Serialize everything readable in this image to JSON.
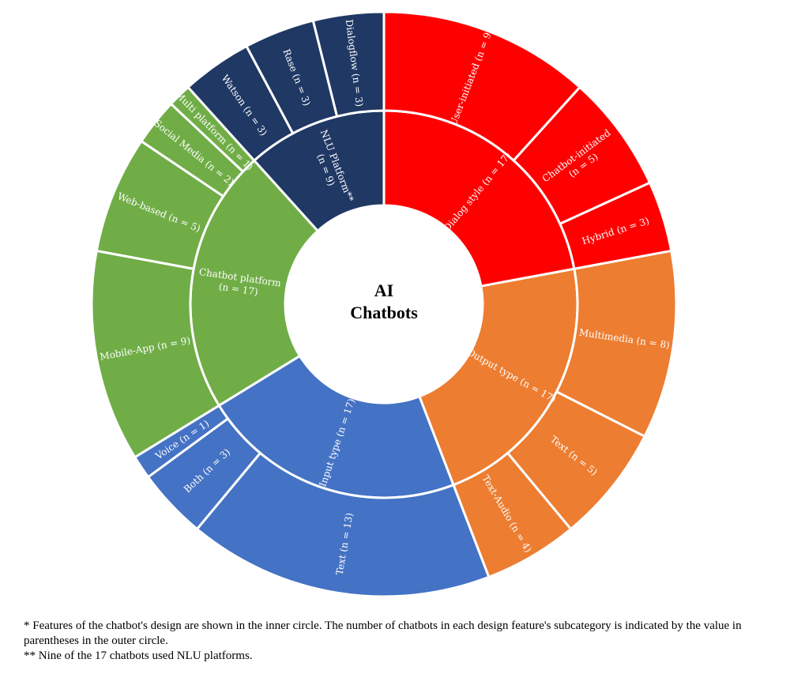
{
  "chart_data": {
    "type": "sunburst",
    "center": [
      "AI",
      "Chatbots"
    ],
    "inner": [
      {
        "label": [
          "Dialog style (n = 17)"
        ],
        "value": 17,
        "color": "#ff0000"
      },
      {
        "label": [
          "Output type (n = 17)"
        ],
        "value": 17,
        "color": "#ed7d31"
      },
      {
        "label": [
          "Input type (n = 17)"
        ],
        "value": 17,
        "color": "#4472c4"
      },
      {
        "label": [
          "Chatbot platform",
          "(n = 17)"
        ],
        "value": 17,
        "color": "#70ad47"
      },
      {
        "label": [
          "NLU Platform**",
          "(n = 9)"
        ],
        "value": 9,
        "color": "#203864"
      }
    ],
    "outer": [
      {
        "label": [
          "User-initiated (n = 9)"
        ],
        "value": 9,
        "parent": 0
      },
      {
        "label": [
          "Chatbot-initiated",
          "(n = 5)"
        ],
        "value": 5,
        "parent": 0
      },
      {
        "label": [
          "Hybrid (n = 3)"
        ],
        "value": 3,
        "parent": 0
      },
      {
        "label": [
          "Multimedia (n = 8)"
        ],
        "value": 8,
        "parent": 1
      },
      {
        "label": [
          "Text (n = 5)"
        ],
        "value": 5,
        "parent": 1
      },
      {
        "label": [
          "Text-Audio (n = 4)"
        ],
        "value": 4,
        "parent": 1
      },
      {
        "label": [
          "Text (n = 13)"
        ],
        "value": 13,
        "parent": 2
      },
      {
        "label": [
          "Both (n = 3)"
        ],
        "value": 3,
        "parent": 2
      },
      {
        "label": [
          "Voice (n = 1)"
        ],
        "value": 1,
        "parent": 2
      },
      {
        "label": [
          "Mobile-App (n = 9)"
        ],
        "value": 9,
        "parent": 3
      },
      {
        "label": [
          "Web-based (n = 5)"
        ],
        "value": 5,
        "parent": 3
      },
      {
        "label": [
          "Social Media (n = 2)"
        ],
        "value": 2,
        "parent": 3
      },
      {
        "label": [
          "Multi platform (n = 1)"
        ],
        "value": 1,
        "parent": 3
      },
      {
        "label": [
          "Watson (n = 3)"
        ],
        "value": 3,
        "parent": 4
      },
      {
        "label": [
          "Rase (n = 3)"
        ],
        "value": 3,
        "parent": 4
      },
      {
        "label": [
          "Dialogflow (n = 3)"
        ],
        "value": 3,
        "parent": 4
      }
    ]
  },
  "footnotes": {
    "note1": " * Features of the chatbot's design are shown in the inner circle. The number of chatbots in each design feature's subcategory is indicated by the value in parentheses in the outer circle.",
    "note2": "** Nine of the 17 chatbots used NLU platforms."
  }
}
